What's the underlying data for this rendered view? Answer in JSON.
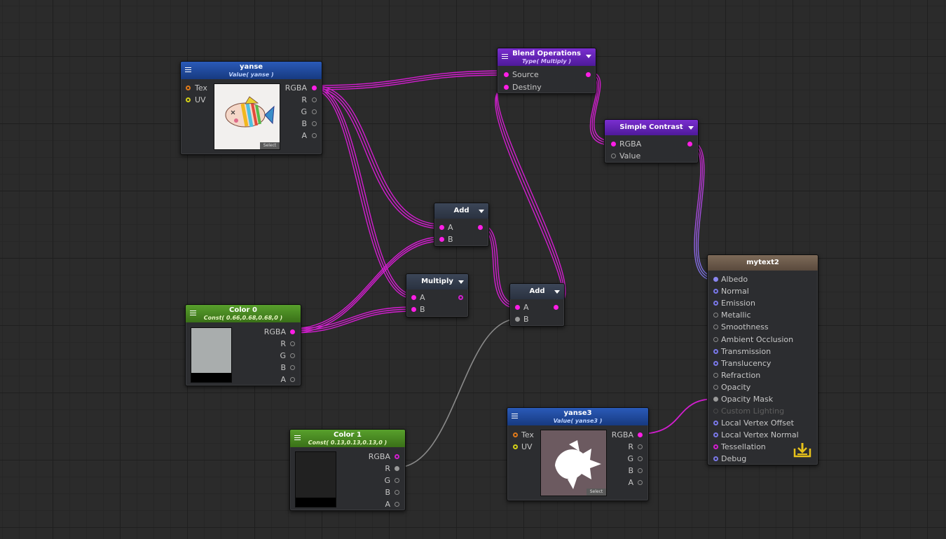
{
  "nodes": {
    "yanse": {
      "title": "yanse",
      "subtitle": "Value( yanse )",
      "in_tex": "Tex",
      "in_uv": "UV",
      "out_rgba": "RGBA",
      "out_r": "R",
      "out_g": "G",
      "out_b": "B",
      "out_a": "A",
      "select": "Select"
    },
    "blend": {
      "title": "Blend Operations",
      "subtitle": "Type( Multiply )",
      "in_source": "Source",
      "in_destiny": "Destiny"
    },
    "contrast": {
      "title": "Simple Contrast",
      "in_rgba": "RGBA",
      "in_value": "Value"
    },
    "add1": {
      "title": "Add",
      "in_a": "A",
      "in_b": "B"
    },
    "multiply": {
      "title": "Multiply",
      "in_a": "A",
      "in_b": "B"
    },
    "add2": {
      "title": "Add",
      "in_a": "A",
      "in_b": "B"
    },
    "color0": {
      "title": "Color 0",
      "subtitle": "Const( 0.66,0.68,0.68,0 )",
      "out_rgba": "RGBA",
      "out_r": "R",
      "out_g": "G",
      "out_b": "B",
      "out_a": "A",
      "swatch_color": "#a9adad"
    },
    "color1": {
      "title": "Color 1",
      "subtitle": "Const( 0.13,0.13,0.13,0 )",
      "out_rgba": "RGBA",
      "out_r": "R",
      "out_g": "G",
      "out_b": "B",
      "out_a": "A",
      "swatch_color": "#212121"
    },
    "yanse3": {
      "title": "yanse3",
      "subtitle": "Value( yanse3 )",
      "in_tex": "Tex",
      "in_uv": "UV",
      "out_rgba": "RGBA",
      "out_r": "R",
      "out_g": "G",
      "out_b": "B",
      "out_a": "A",
      "select": "Select"
    },
    "output": {
      "title": "mytext2",
      "inputs": [
        "Albedo",
        "Normal",
        "Emission",
        "Metallic",
        "Smoothness",
        "Ambient Occlusion",
        "Transmission",
        "Translucency",
        "Refraction",
        "Opacity",
        "Opacity Mask",
        "Custom Lighting",
        "Local Vertex Offset",
        "Local Vertex Normal",
        "Tessellation",
        "Debug"
      ]
    }
  },
  "colors": {
    "wire_rgba": "#d21ecf",
    "wire_float": "#8a8a8a",
    "wire_to_output": "#7a78e8",
    "grid_bg": "#2b2b2b",
    "accent_save": "#e8c21a"
  },
  "icons": {
    "menu": "hamburger-menu-icon",
    "dropdown": "triangle-down-icon",
    "save": "save-download-icon"
  }
}
